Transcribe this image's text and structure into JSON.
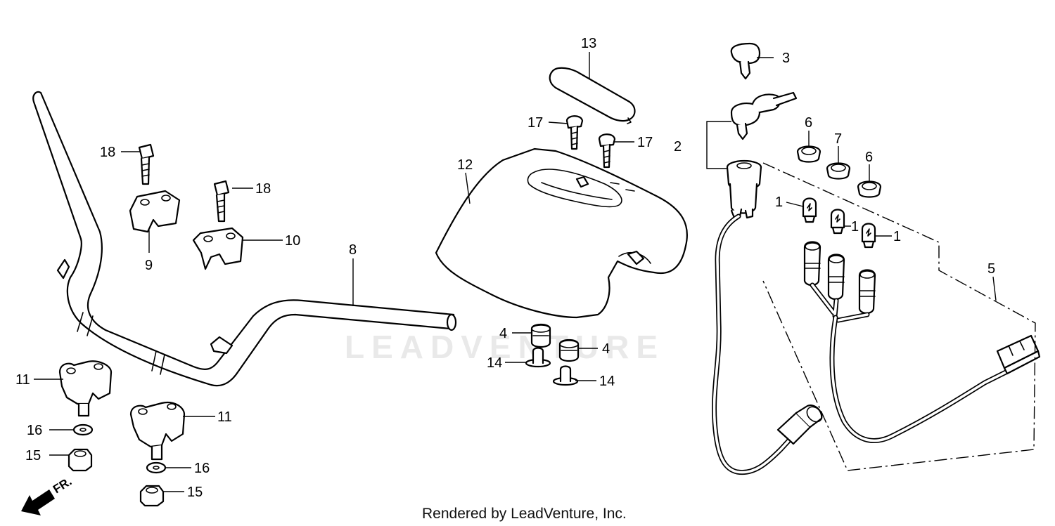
{
  "diagram": {
    "watermark": "LEADVENTURE",
    "footer": "Rendered by LeadVenture, Inc.",
    "front_indicator": "FR.",
    "labels": {
      "c1a": "1",
      "c1b": "1",
      "c1c": "1",
      "c2": "2",
      "c3": "3",
      "c4a": "4",
      "c4b": "4",
      "c5": "5",
      "c6a": "6",
      "c6b": "6",
      "c7": "7",
      "c8": "8",
      "c9": "9",
      "c10": "10",
      "c11a": "11",
      "c11b": "11",
      "c12": "12",
      "c13": "13",
      "c14a": "14",
      "c14b": "14",
      "c15a": "15",
      "c15b": "15",
      "c16a": "16",
      "c16b": "16",
      "c17a": "17",
      "c17b": "17",
      "c18a": "18",
      "c18b": "18"
    }
  }
}
